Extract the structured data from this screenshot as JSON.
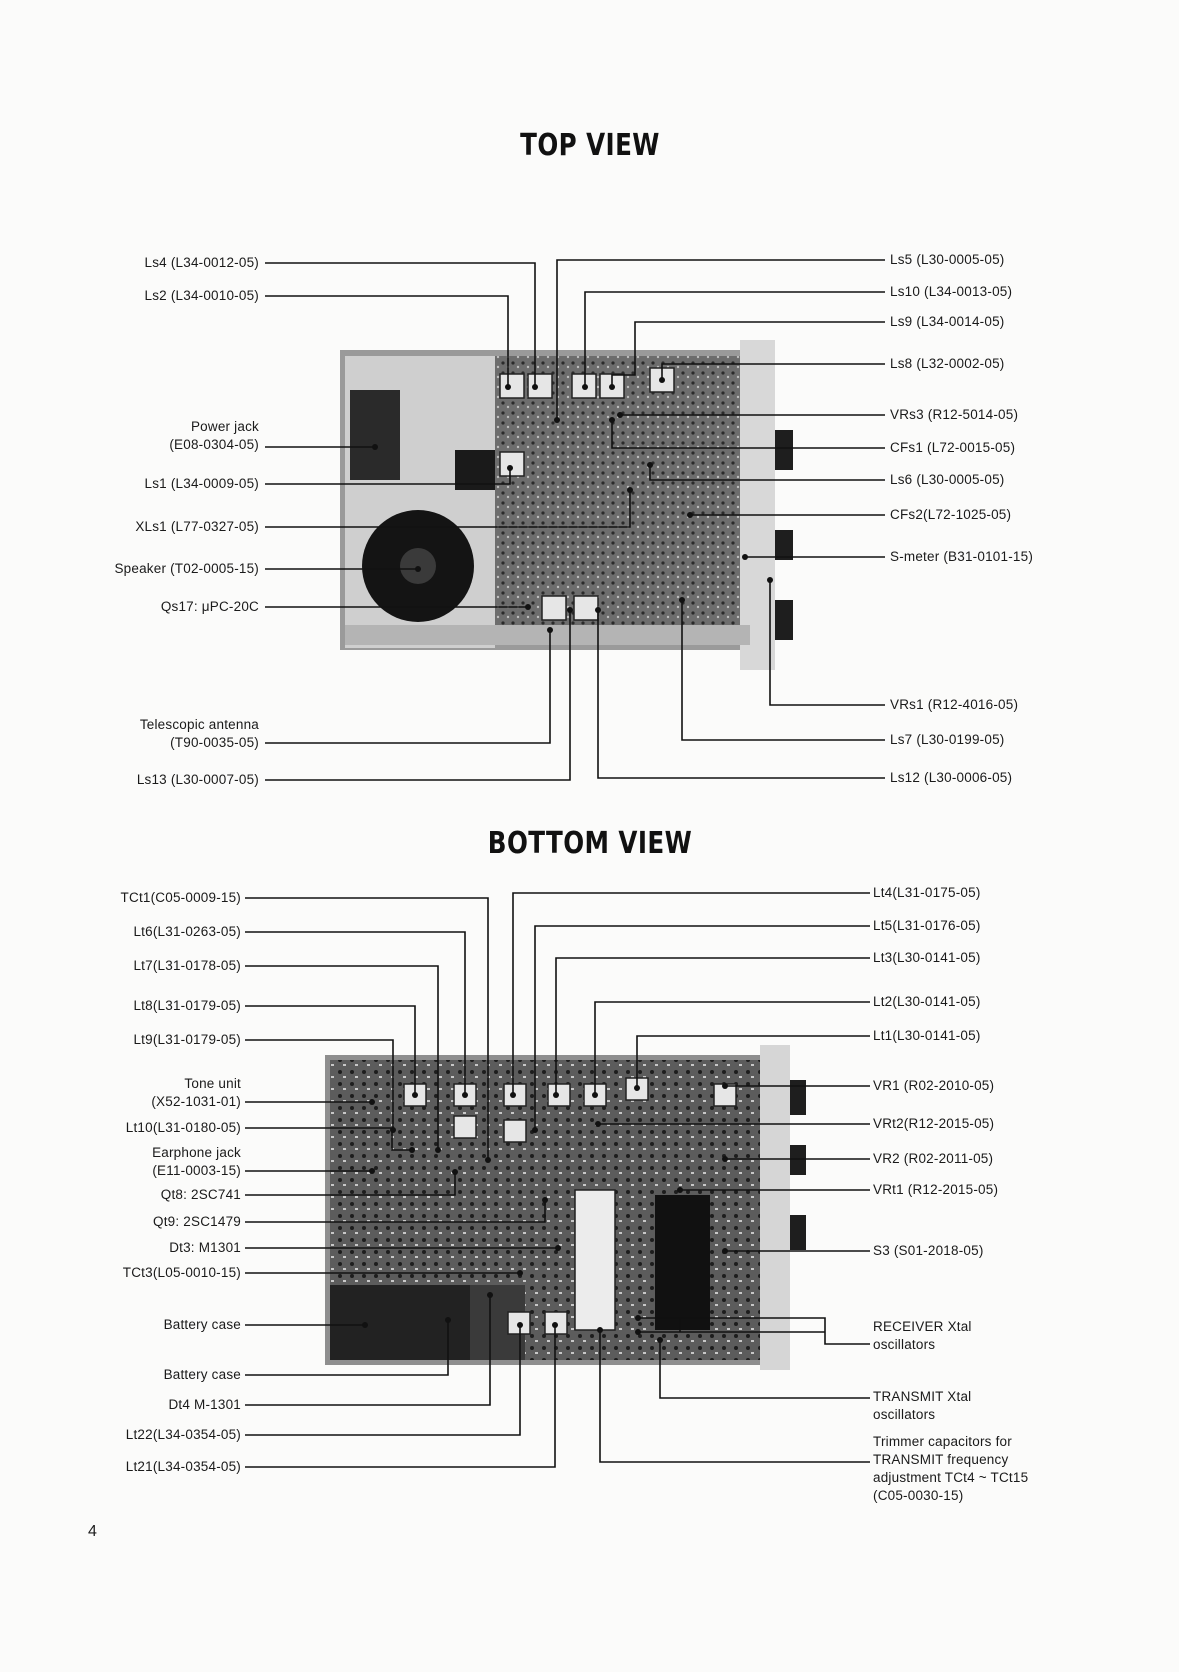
{
  "top_view": {
    "title": "TOP VIEW",
    "left_labels": [
      {
        "lines": [
          "Ls4 (L34-0012-05)"
        ]
      },
      {
        "lines": [
          "Ls2 (L34-0010-05)"
        ]
      },
      {
        "lines": [
          "Power jack",
          "(E08-0304-05)"
        ]
      },
      {
        "lines": [
          "Ls1 (L34-0009-05)"
        ]
      },
      {
        "lines": [
          "XLs1 (L77-0327-05)"
        ]
      },
      {
        "lines": [
          "Speaker (T02-0005-15)"
        ]
      },
      {
        "lines": [
          "Qs17: μPC-20C"
        ]
      },
      {
        "lines": [
          "Telescopic antenna",
          "(T90-0035-05)"
        ]
      },
      {
        "lines": [
          "Ls13 (L30-0007-05)"
        ]
      }
    ],
    "right_labels": [
      {
        "lines": [
          "Ls5 (L30-0005-05)"
        ]
      },
      {
        "lines": [
          "Ls10 (L34-0013-05)"
        ]
      },
      {
        "lines": [
          "Ls9 (L34-0014-05)"
        ]
      },
      {
        "lines": [
          "Ls8 (L32-0002-05)"
        ]
      },
      {
        "lines": [
          "VRs3 (R12-5014-05)"
        ]
      },
      {
        "lines": [
          "CFs1 (L72-0015-05)"
        ]
      },
      {
        "lines": [
          "Ls6 (L30-0005-05)"
        ]
      },
      {
        "lines": [
          "CFs2(L72-1025-05)"
        ]
      },
      {
        "lines": [
          "S-meter (B31-0101-15)"
        ]
      },
      {
        "lines": [
          "VRs1 (R12-4016-05)"
        ]
      },
      {
        "lines": [
          "Ls7 (L30-0199-05)"
        ]
      },
      {
        "lines": [
          "Ls12 (L30-0006-05)"
        ]
      }
    ]
  },
  "bottom_view": {
    "title": "BOTTOM VIEW",
    "left_labels": [
      {
        "lines": [
          "TCt1(C05-0009-15)"
        ]
      },
      {
        "lines": [
          "Lt6(L31-0263-05)"
        ]
      },
      {
        "lines": [
          "Lt7(L31-0178-05)"
        ]
      },
      {
        "lines": [
          "Lt8(L31-0179-05)"
        ]
      },
      {
        "lines": [
          "Lt9(L31-0179-05)"
        ]
      },
      {
        "lines": [
          "Tone unit",
          "(X52-1031-01)"
        ]
      },
      {
        "lines": [
          "Lt10(L31-0180-05)"
        ]
      },
      {
        "lines": [
          "Earphone jack",
          "(E11-0003-15)"
        ]
      },
      {
        "lines": [
          "Qt8: 2SC741"
        ]
      },
      {
        "lines": [
          "Qt9: 2SC1479"
        ]
      },
      {
        "lines": [
          "Dt3: M1301"
        ]
      },
      {
        "lines": [
          "TCt3(L05-0010-15)"
        ]
      },
      {
        "lines": [
          "Battery case"
        ]
      },
      {
        "lines": [
          "Battery case"
        ]
      },
      {
        "lines": [
          "Dt4 M-1301"
        ]
      },
      {
        "lines": [
          "Lt22(L34-0354-05)"
        ]
      },
      {
        "lines": [
          "Lt21(L34-0354-05)"
        ]
      }
    ],
    "right_labels": [
      {
        "lines": [
          "Lt4(L31-0175-05)"
        ]
      },
      {
        "lines": [
          "Lt5(L31-0176-05)"
        ]
      },
      {
        "lines": [
          "Lt3(L30-0141-05)"
        ]
      },
      {
        "lines": [
          "Lt2(L30-0141-05)"
        ]
      },
      {
        "lines": [
          "Lt1(L30-0141-05)"
        ]
      },
      {
        "lines": [
          "VR1 (R02-2010-05)"
        ]
      },
      {
        "lines": [
          "VRt2(R12-2015-05)"
        ]
      },
      {
        "lines": [
          "VR2 (R02-2011-05)"
        ]
      },
      {
        "lines": [
          "VRt1 (R12-2015-05)"
        ]
      },
      {
        "lines": [
          "S3 (S01-2018-05)"
        ]
      },
      {
        "lines": [
          "RECEIVER Xtal",
          "oscillators"
        ]
      },
      {
        "lines": [
          "TRANSMIT Xtal",
          "oscillators"
        ]
      },
      {
        "lines": [
          "Trimmer capacitors for",
          "TRANSMIT frequency",
          "adjustment TCt4 ~ TCt15",
          "(C05-0030-15)"
        ]
      }
    ]
  },
  "page_number": "4"
}
